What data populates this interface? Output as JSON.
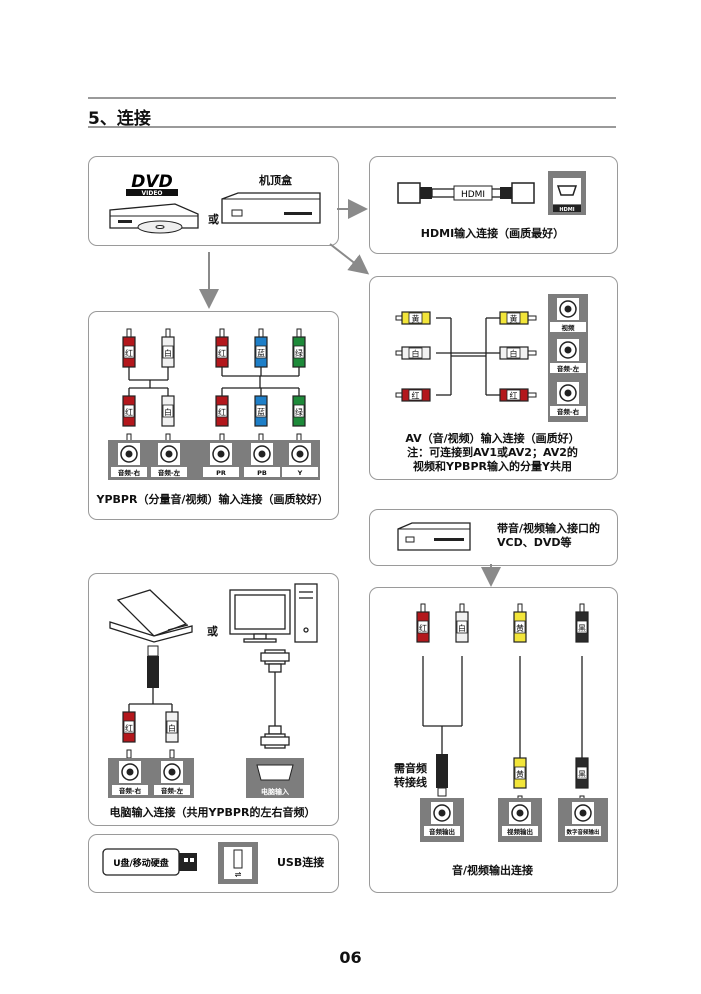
{
  "section": {
    "title": "5、连接"
  },
  "top_left": {
    "dvd_logo": "DVD",
    "dvd_sub": "VIDEO",
    "stb_label": "机顶盒",
    "or": "或"
  },
  "hdmi": {
    "cable_label": "HDMI",
    "port_label": "HDMI",
    "caption": "HDMI输入连接（画质最好）"
  },
  "ypbpr": {
    "plugs_top": [
      "红",
      "白",
      "红",
      "蓝",
      "绿"
    ],
    "plugs_bottom": [
      "红",
      "白",
      "红",
      "蓝",
      "绿"
    ],
    "jacks": [
      "音频-右",
      "音频-左",
      "PR",
      "PB",
      "Y"
    ],
    "caption": "YPBPR（分量音/视频）输入连接（画质较好）"
  },
  "av": {
    "plugs_left": [
      "黄",
      "白",
      "红"
    ],
    "plugs_right": [
      "黄",
      "白",
      "红"
    ],
    "jacks": [
      "视频",
      "音频-左",
      "音频-右"
    ],
    "caption_line1": "AV（音/视频）输入连接（画质好）",
    "caption_line2": "注：可连接到AV1或AV2；AV2的",
    "caption_line3": "视频和YPBPR输入的分量Y共用"
  },
  "vcd": {
    "caption_line1": "带音/视频输入接口的",
    "caption_line2": "VCD、DVD等"
  },
  "pc": {
    "or": "或",
    "plugs": [
      "红",
      "白"
    ],
    "jacks": [
      "音频-右",
      "音频-左"
    ],
    "vga_label": "电脑输入",
    "caption": "电脑输入连接（共用YPBPR的左右音频）"
  },
  "usb": {
    "drive_label": "U盘/移动硬盘",
    "caption": "USB连接"
  },
  "av_out": {
    "plugs": [
      "红",
      "白",
      "黄",
      "黑"
    ],
    "bottom_plugs": [
      "黄",
      "黑"
    ],
    "adapter_line1": "需音频",
    "adapter_line2": "转接线",
    "jacks": [
      "音频输出",
      "视频输出",
      "数字音频输出"
    ],
    "caption": "音/视频输出连接"
  },
  "page": {
    "number": "06"
  },
  "colors": {
    "red": "#b3171c",
    "white": "#f2f2f2",
    "yellow": "#f2e53a",
    "blue": "#1e7fc8",
    "green": "#1e8a3a",
    "black": "#2b2b2b",
    "panel_grey": "#7d7d7d",
    "rule_grey": "#9a9a9a"
  }
}
